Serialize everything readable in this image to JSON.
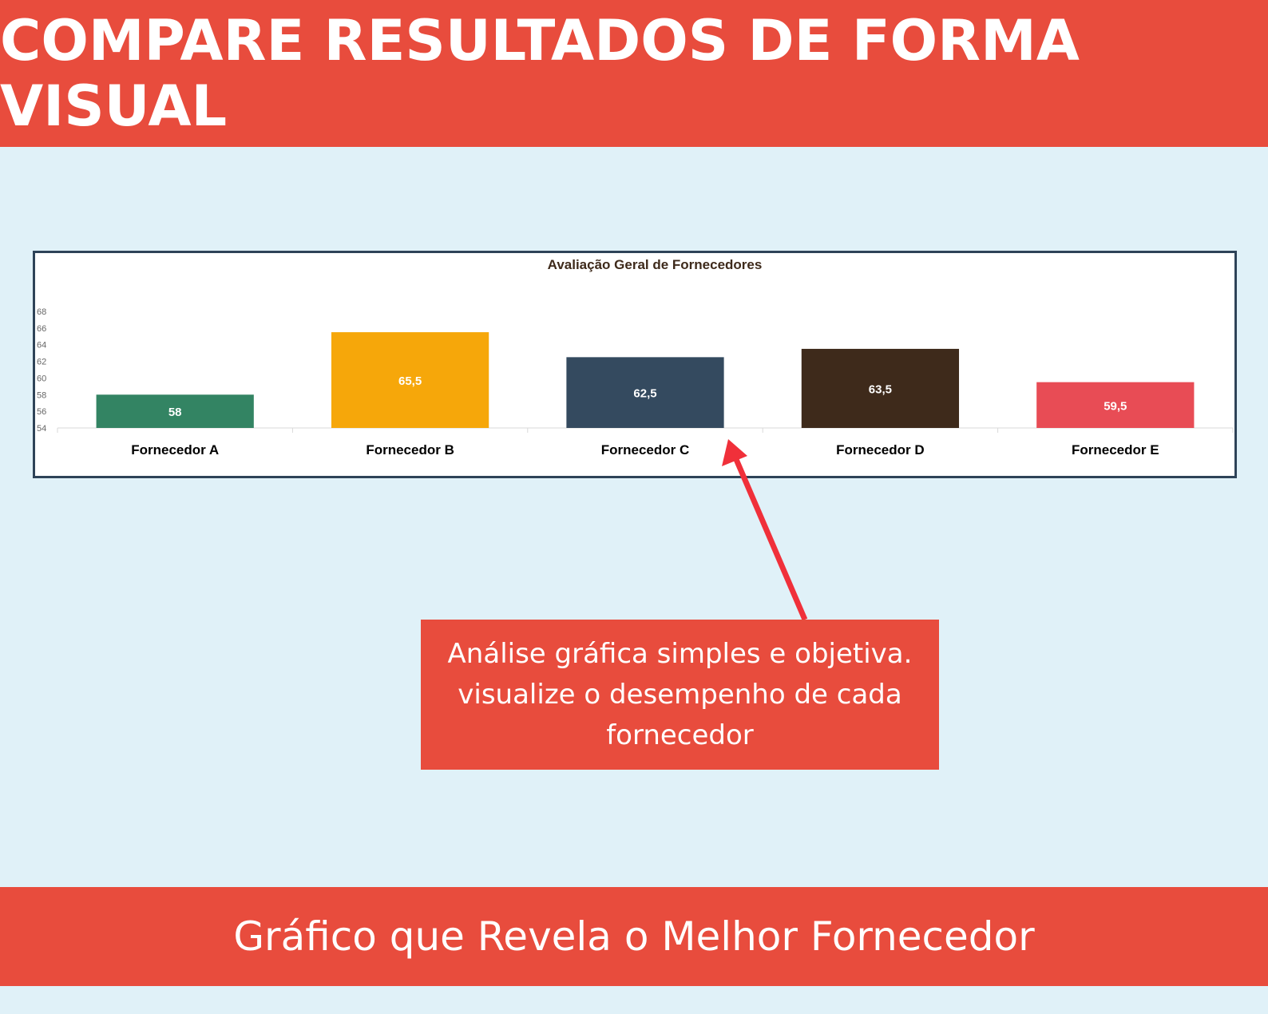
{
  "header": {
    "title": "COMPARE RESULTADOS DE FORMA VISUAL"
  },
  "footer": {
    "text": "Gráfico que Revela o Melhor Fornecedor"
  },
  "callout": {
    "lines": [
      "Análise gráfica simples e objetiva.",
      "visualize o desempenho de cada",
      "fornecedor"
    ]
  },
  "chart_data": {
    "type": "bar",
    "title": "Avaliação Geral de Fornecedores",
    "categories": [
      "Fornecedor A",
      "Fornecedor B",
      "Fornecedor C",
      "Fornecedor D",
      "Fornecedor E"
    ],
    "values": [
      58,
      65.5,
      62.5,
      63.5,
      59.5
    ],
    "data_labels": [
      "58",
      "65,5",
      "62,5",
      "63,5",
      "59,5"
    ],
    "colors": [
      "#338463",
      "#f6a70a",
      "#344a5f",
      "#3e2a1b",
      "#e84c55"
    ],
    "ylim": [
      54,
      68
    ],
    "yticks": [
      "54",
      "56",
      "58",
      "60",
      "62",
      "64",
      "66",
      "68"
    ],
    "xlabel": "",
    "ylabel": "",
    "grid": false,
    "legend": "none"
  }
}
